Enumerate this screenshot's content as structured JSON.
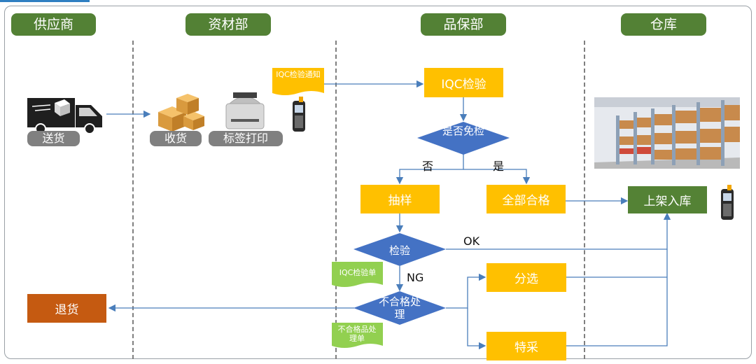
{
  "lanes": {
    "supplier": "供应商",
    "materials": "资材部",
    "quality": "品保部",
    "warehouse": "仓库"
  },
  "nodes": {
    "deliver": "送货",
    "receive": "收货",
    "label_print": "标签打印",
    "iqc_notice": "IQC检验通知",
    "iqc_inspect": "IQC检验",
    "exempt_q": "是否免检",
    "sampling": "抽样",
    "all_pass": "全部合格",
    "shelve": "上架入库",
    "inspect": "检验",
    "iqc_form": "IQC检验单",
    "sort": "分选",
    "nonconform": "不合格处理",
    "nonconform_form": "不合格品处理单",
    "return": "退货",
    "special": "特采"
  },
  "edge_labels": {
    "no": "否",
    "yes": "是",
    "ok": "OK",
    "ng": "NG"
  },
  "colors": {
    "lane_header": "#538135",
    "process_box": "#ffc000",
    "decision": "#4472c4",
    "document_yellow": "#ffc000",
    "document_green": "#92d050",
    "return_box": "#c55a11",
    "shelve_box": "#548235",
    "connector": "#4a7ebb"
  },
  "icons": [
    "truck-icon",
    "boxes-icon",
    "label-printer-icon",
    "scanner-icon",
    "warehouse-photo",
    "scanner-icon"
  ]
}
